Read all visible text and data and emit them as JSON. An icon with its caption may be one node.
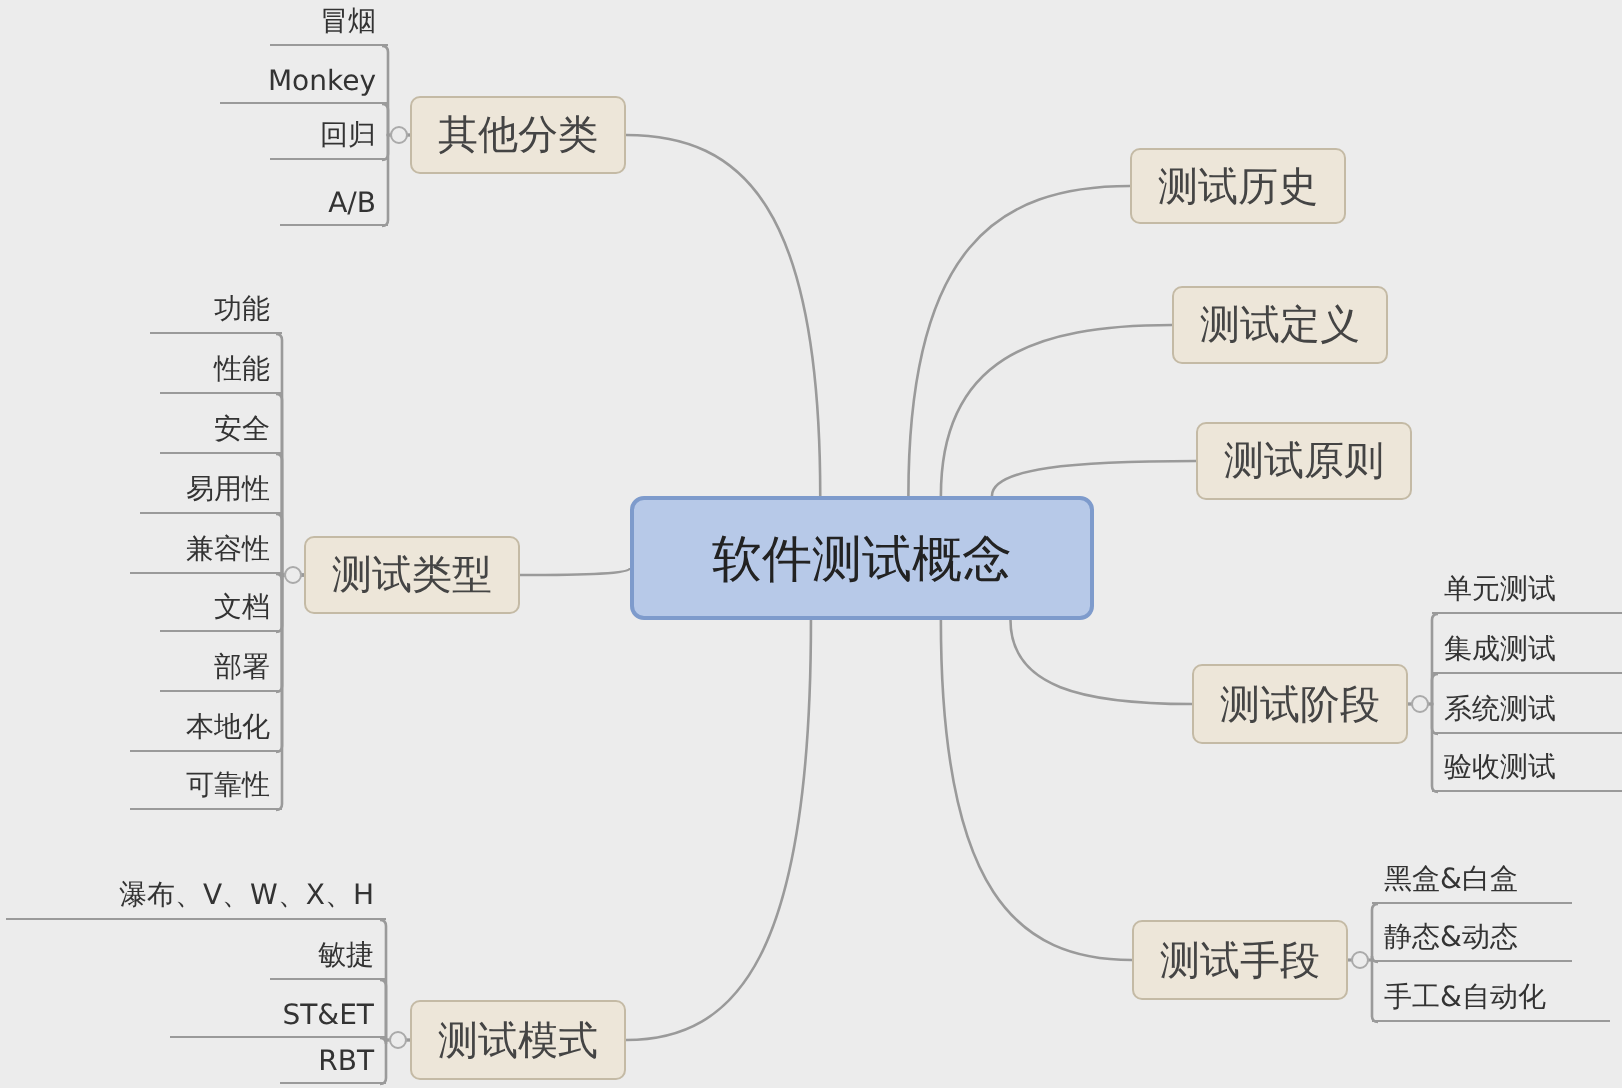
{
  "diagram": {
    "nodes": [
      {
        "text": [
          "软件测试概念"
        ]
      },
      {
        "text": [
          "其他分类"
        ]
      },
      {
        "text": [
          "冒烟"
        ]
      },
      {
        "text": [
          "Monkey"
        ]
      },
      {
        "text": [
          "回归"
        ]
      },
      {
        "text": [
          "A/B"
        ]
      },
      {
        "text": [
          "测试历史"
        ]
      },
      {
        "text": [
          "测试定义"
        ]
      },
      {
        "text": [
          "测试原则"
        ]
      },
      {
        "text": [
          "测试类型"
        ]
      },
      {
        "text": [
          "功能"
        ]
      },
      {
        "text": [
          "性能"
        ]
      },
      {
        "text": [
          "安全"
        ]
      },
      {
        "text": [
          "易用性"
        ]
      },
      {
        "text": [
          "兼容性"
        ]
      },
      {
        "text": [
          "文档"
        ]
      },
      {
        "text": [
          "部署"
        ]
      },
      {
        "text": [
          "本地化"
        ]
      },
      {
        "text": [
          "可靠性"
        ]
      },
      {
        "text": [
          "测试阶段"
        ]
      },
      {
        "text": [
          "单元测试"
        ]
      },
      {
        "text": [
          "集成测试"
        ]
      },
      {
        "text": [
          "系统测试"
        ]
      },
      {
        "text": [
          "验收测试"
        ]
      },
      {
        "text": [
          "测试手段"
        ]
      },
      {
        "text": [
          "黑盒&白盒"
        ]
      },
      {
        "text": [
          "静态&动态"
        ]
      },
      {
        "text": [
          "手工&自动化"
        ]
      },
      {
        "text": [
          "测试模式"
        ]
      },
      {
        "text": [
          "瀑布、V、W、X、H"
        ]
      },
      {
        "text": [
          "敏捷"
        ]
      },
      {
        "text": [
          "ST&ET"
        ]
      },
      {
        "text": [
          "RBT"
        ]
      }
    ],
    "edges": [
      {
        "from": 0,
        "to": 1,
        "arrow": "none"
      },
      {
        "from": 1,
        "to": 2,
        "arrow": "none"
      },
      {
        "from": 1,
        "to": 3,
        "arrow": "none"
      },
      {
        "from": 1,
        "to": 4,
        "arrow": "none"
      },
      {
        "from": 1,
        "to": 5,
        "arrow": "none"
      },
      {
        "from": 0,
        "to": 6,
        "arrow": "none"
      },
      {
        "from": 0,
        "to": 7,
        "arrow": "none"
      },
      {
        "from": 0,
        "to": 8,
        "arrow": "none"
      },
      {
        "from": 0,
        "to": 9,
        "arrow": "none"
      },
      {
        "from": 9,
        "to": 10,
        "arrow": "none"
      },
      {
        "from": 9,
        "to": 11,
        "arrow": "none"
      },
      {
        "from": 9,
        "to": 12,
        "arrow": "none"
      },
      {
        "from": 9,
        "to": 13,
        "arrow": "none"
      },
      {
        "from": 9,
        "to": 14,
        "arrow": "none"
      },
      {
        "from": 9,
        "to": 15,
        "arrow": "none"
      },
      {
        "from": 9,
        "to": 16,
        "arrow": "none"
      },
      {
        "from": 9,
        "to": 17,
        "arrow": "none"
      },
      {
        "from": 9,
        "to": 18,
        "arrow": "none"
      },
      {
        "from": 0,
        "to": 19,
        "arrow": "none"
      },
      {
        "from": 19,
        "to": 20,
        "arrow": "none"
      },
      {
        "from": 19,
        "to": 21,
        "arrow": "none"
      },
      {
        "from": 19,
        "to": 22,
        "arrow": "none"
      },
      {
        "from": 19,
        "to": 23,
        "arrow": "none"
      },
      {
        "from": 0,
        "to": 24,
        "arrow": "none"
      },
      {
        "from": 24,
        "to": 25,
        "arrow": "none"
      },
      {
        "from": 24,
        "to": 26,
        "arrow": "none"
      },
      {
        "from": 24,
        "to": 27,
        "arrow": "none"
      },
      {
        "from": 0,
        "to": 28,
        "arrow": "none"
      },
      {
        "from": 28,
        "to": 29,
        "arrow": "none"
      },
      {
        "from": 28,
        "to": 30,
        "arrow": "none"
      },
      {
        "from": 28,
        "to": 31,
        "arrow": "none"
      },
      {
        "from": 28,
        "to": 32,
        "arrow": "none"
      }
    ]
  }
}
